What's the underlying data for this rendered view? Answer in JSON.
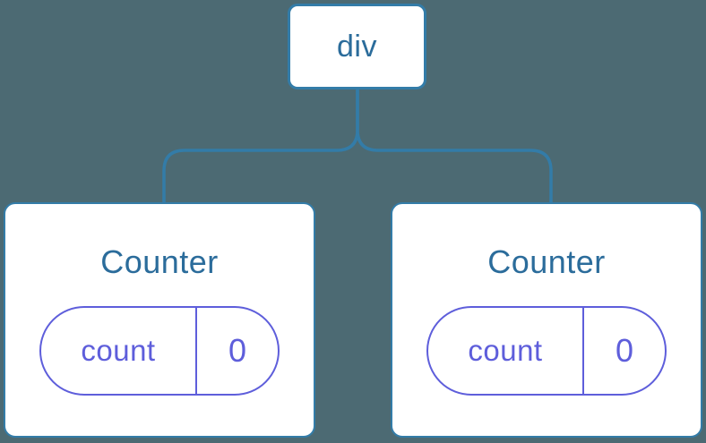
{
  "diagram": {
    "root": {
      "label": "div"
    },
    "children": [
      {
        "title": "Counter",
        "state": {
          "key": "count",
          "value": "0"
        }
      },
      {
        "title": "Counter",
        "state": {
          "key": "count",
          "value": "0"
        }
      }
    ],
    "colors": {
      "background": "#4C6A73",
      "node_border_blue": "#337CA8",
      "node_text_blue": "#2B6C9B",
      "state_purple": "#5E5EDB",
      "node_fill": "#ffffff"
    }
  }
}
